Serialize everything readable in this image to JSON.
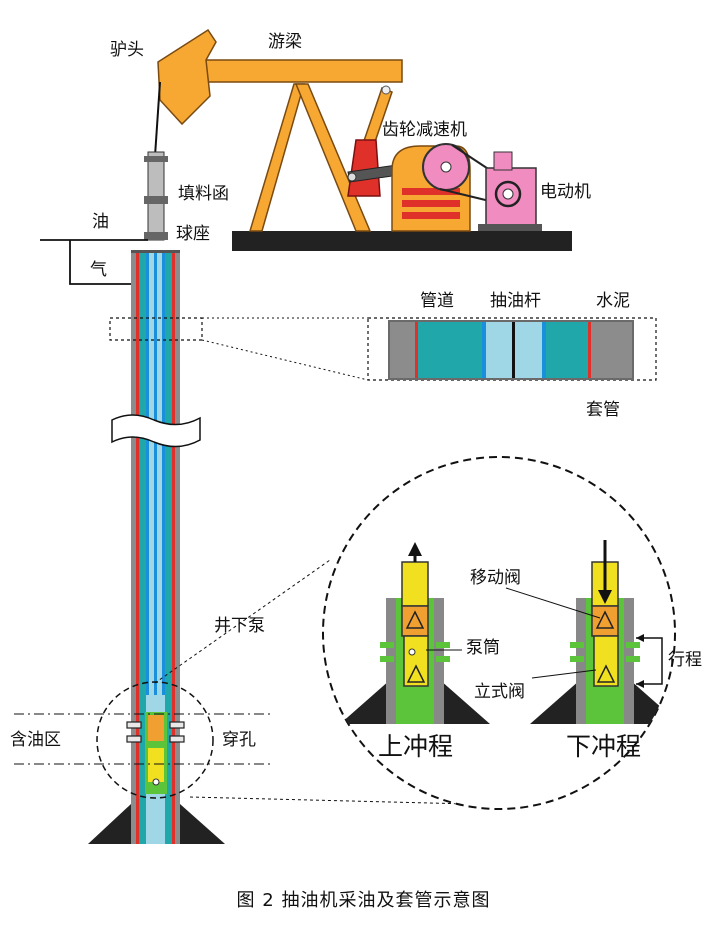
{
  "labels": {
    "horsehead": "驴头",
    "walking_beam": "游梁",
    "gearbox": "齿轮减速机",
    "stuffing_box": "填料函",
    "motor": "电动机",
    "oil": "油",
    "ball_seat": "球座",
    "gas": "气",
    "tubing": "管道",
    "sucker_rod": "抽油杆",
    "cement": "水泥",
    "casing": "套管",
    "downhole_pump": "井下泵",
    "traveling_valve": "移动阀",
    "pump_barrel": "泵筒",
    "stroke": "行程",
    "standing_valve": "立式阀",
    "oil_zone": "含油区",
    "perforation": "穿孔",
    "upstroke": "上冲程",
    "downstroke": "下冲程"
  },
  "caption": "图 2 抽油机采油及套管示意图",
  "colors": {
    "horsehead": "#f7a833",
    "beam": "#f7a833",
    "base": "#222222",
    "cement": "#8c8c8c",
    "casing_red": "#e0302a",
    "tubing_teal": "#1fa7a9",
    "rod_blue": "#1a8fdc",
    "pump_yellow": "#f0e020",
    "pump_green": "#5cc43a",
    "valve_orange": "#f0a030",
    "motor_pink": "#f08cc0",
    "counterweight_red": "#e0302a"
  }
}
